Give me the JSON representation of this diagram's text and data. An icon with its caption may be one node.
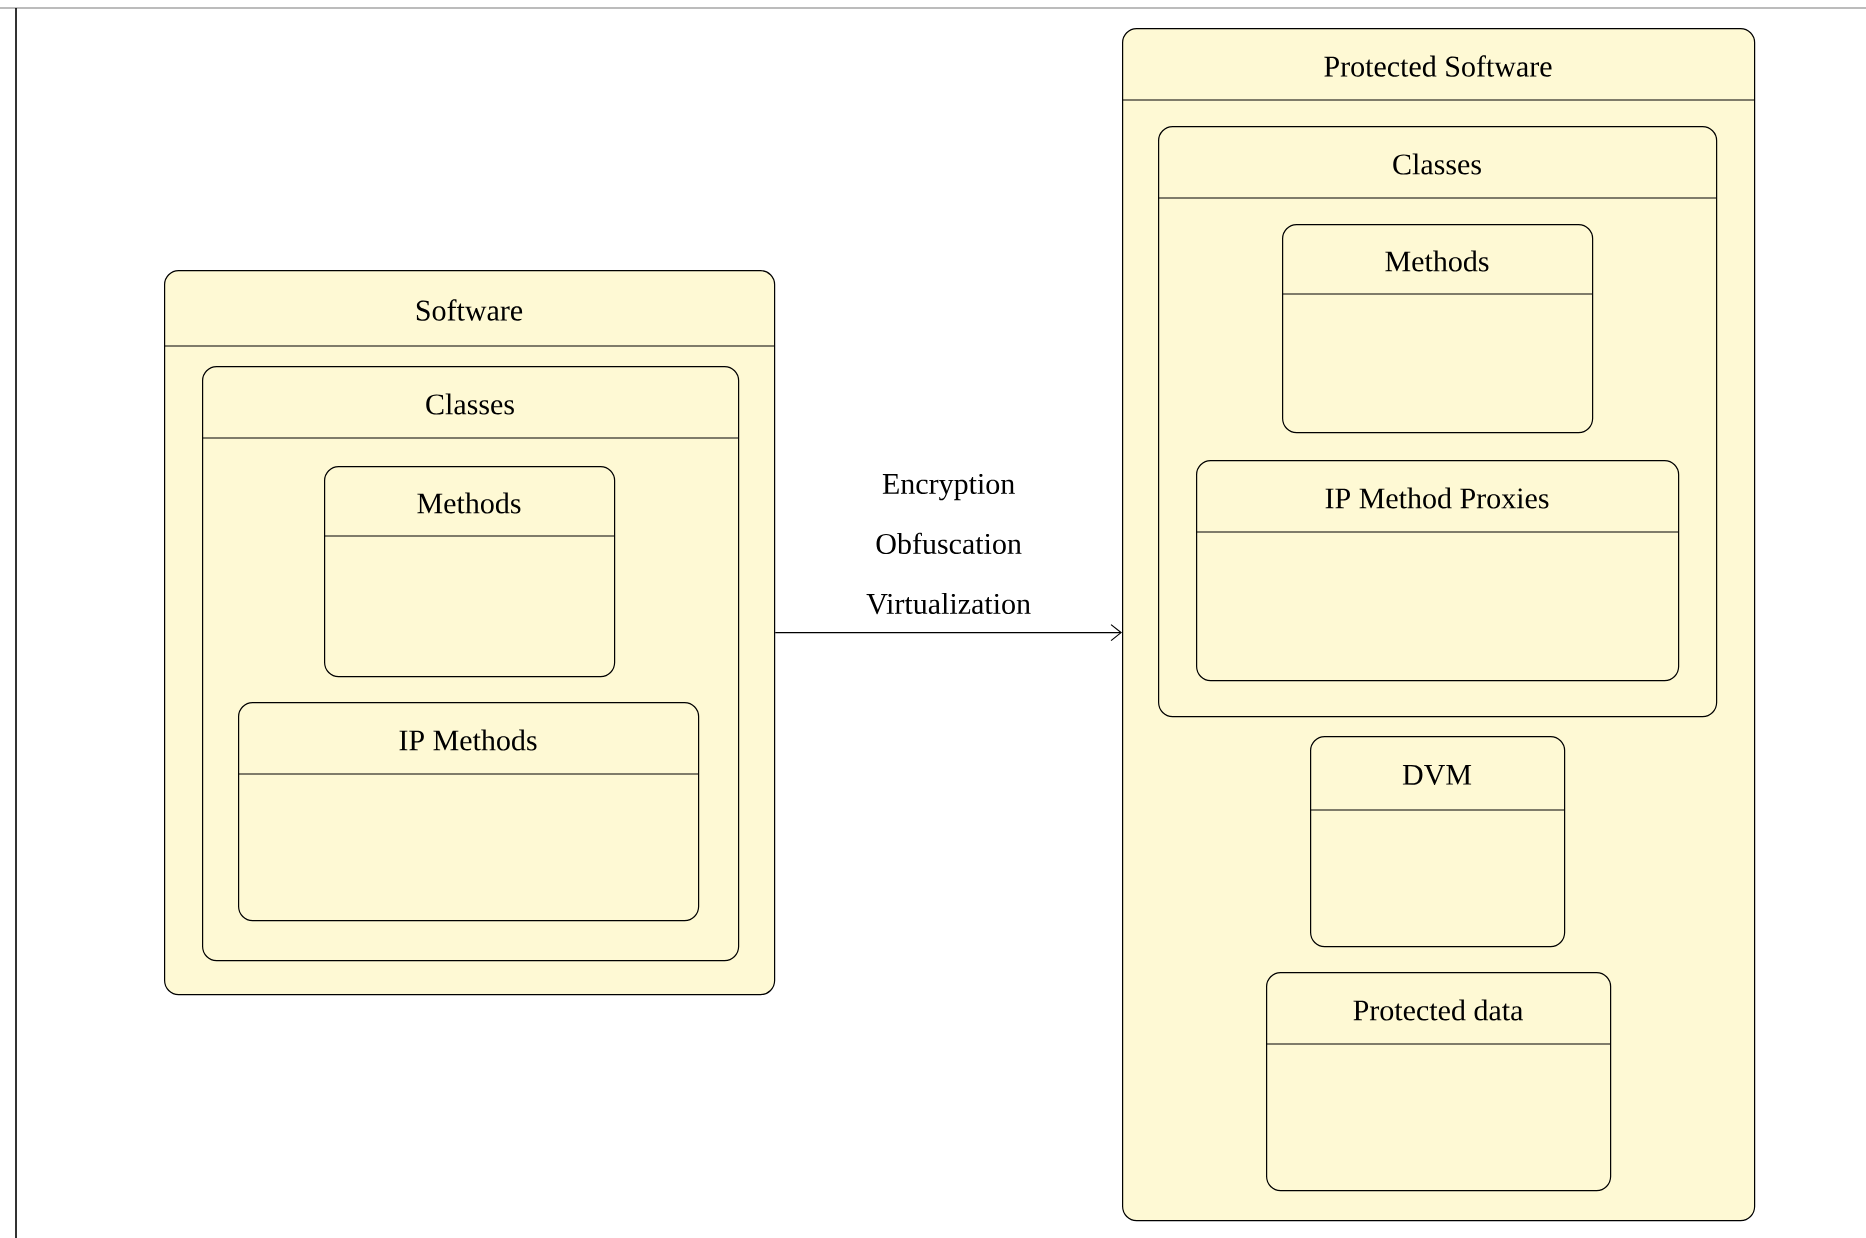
{
  "diagram": {
    "nodes": [
      {
        "text": [
          "Software"
        ]
      },
      {
        "text": [
          "Classes"
        ],
        "in": 0
      },
      {
        "text": [
          "Methods"
        ],
        "in": 1
      },
      {
        "text": [
          "IP Methods"
        ],
        "in": 1
      },
      {
        "text": [
          "Protected Software"
        ]
      },
      {
        "text": [
          "Classes"
        ],
        "in": 4
      },
      {
        "text": [
          "Methods"
        ],
        "in": 5
      },
      {
        "text": [
          "IP Method Proxies"
        ],
        "in": 5
      },
      {
        "text": [
          "DVM"
        ],
        "in": 4
      },
      {
        "text": [
          "Protected data"
        ],
        "in": 4
      }
    ],
    "edges": [
      {
        "from": 0,
        "to": 4,
        "arrow": "to",
        "label": "Encryption Obfuscation Virtualization"
      }
    ]
  }
}
